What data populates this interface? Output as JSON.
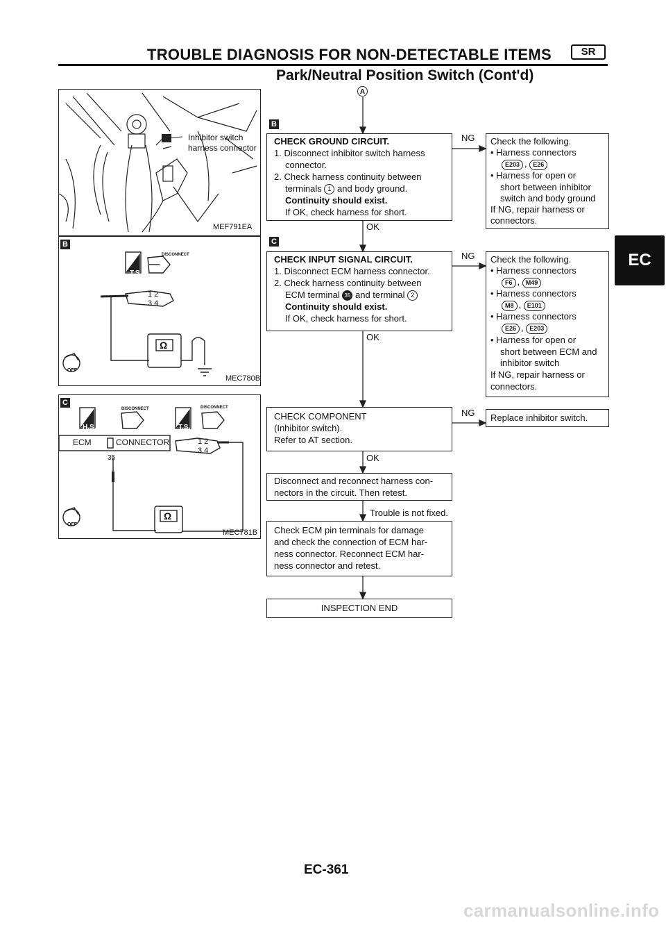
{
  "header": {
    "title": "TROUBLE DIAGNOSIS FOR NON-DETECTABLE ITEMS",
    "badge": "SR",
    "subtitle": "Park/Neutral Position Switch (Cont'd)"
  },
  "side_tab": "EC",
  "page_number": "EC-361",
  "watermark": "carmanualsonline.info",
  "figures": {
    "fig1": {
      "label_line1": "Inhibitor switch",
      "label_line2": "harness connector",
      "code": "MEF791EA"
    },
    "fig2": {
      "marker": "B",
      "disconnect": "DISCONNECT",
      "ts": "T.S.",
      "pins_top": "1 2",
      "pins_bottom": "3 4",
      "ohm": "Ω",
      "key": "OFF",
      "code": "MEC780B"
    },
    "fig3": {
      "marker": "C",
      "disconnect_1": "DISCONNECT",
      "hs": "H.S.",
      "disconnect_2": "DISCONNECT",
      "ts": "T.S.",
      "ecm": "ECM",
      "connector": "CONNECTOR",
      "pin": "35",
      "pins_top": "1 2",
      "pins_bottom": "3 4",
      "ohm": "Ω",
      "key": "OFF",
      "code": "MEC781B"
    }
  },
  "flow": {
    "start_marker": "A",
    "step_b_marker": "B",
    "step_c_marker": "C",
    "ground": {
      "title": "CHECK GROUND CIRCUIT.",
      "l1": "1. Disconnect inhibitor switch harness",
      "l2": "connector.",
      "l3": "2. Check harness continuity between",
      "l4a": "terminals",
      "l4_term": "1",
      "l4b": "and body ground.",
      "l5": "Continuity should exist.",
      "l6": "If OK, check harness for short."
    },
    "ground_ng": "NG",
    "ground_ok": "OK",
    "ground_result": {
      "l1": "Check the following.",
      "l2": "• Harness connectors",
      "c1": "E203",
      "c2": "E26",
      "l4": "• Harness for open or",
      "l5": "short between inhibitor",
      "l6": "switch and body ground",
      "l7": "If NG, repair harness or",
      "l8": "connectors."
    },
    "input": {
      "title": "CHECK INPUT SIGNAL CIRCUIT.",
      "l1": "1. Disconnect ECM harness connector.",
      "l2": "2. Check harness continuity between",
      "l3a": "ECM terminal",
      "l3_term1": "35",
      "l3b": "and terminal",
      "l3_term2": "2",
      "l4": "Continuity should exist.",
      "l5": "If OK, check harness for short."
    },
    "input_ng": "NG",
    "input_ok": "OK",
    "input_result": {
      "l1": "Check the following.",
      "l2": "• Harness connectors",
      "c1": "F6",
      "c2": "M49",
      "l4": "• Harness connectors",
      "c3": "M8",
      "c4": "E101",
      "l6": "• Harness connectors",
      "c5": "E26",
      "c6": "E203",
      "l8": "• Harness for open or",
      "l9": "short between ECM and",
      "l10": "inhibitor switch",
      "l11": "If NG, repair harness or",
      "l12": "connectors."
    },
    "component": {
      "l1": "CHECK COMPONENT",
      "l2": "(Inhibitor switch).",
      "l3": "Refer to AT section."
    },
    "component_ng": "NG",
    "component_ok": "OK",
    "component_result": "Replace inhibitor switch.",
    "reconnect": {
      "l1": "Disconnect and reconnect harness con-",
      "l2": "nectors in the circuit. Then retest."
    },
    "not_fixed": "Trouble is not fixed.",
    "check_ecm": {
      "l1": "Check ECM pin terminals for damage",
      "l2": "and check the connection of ECM har-",
      "l3": "ness connector. Reconnect ECM har-",
      "l4": "ness connector and retest."
    },
    "end": "INSPECTION END"
  }
}
